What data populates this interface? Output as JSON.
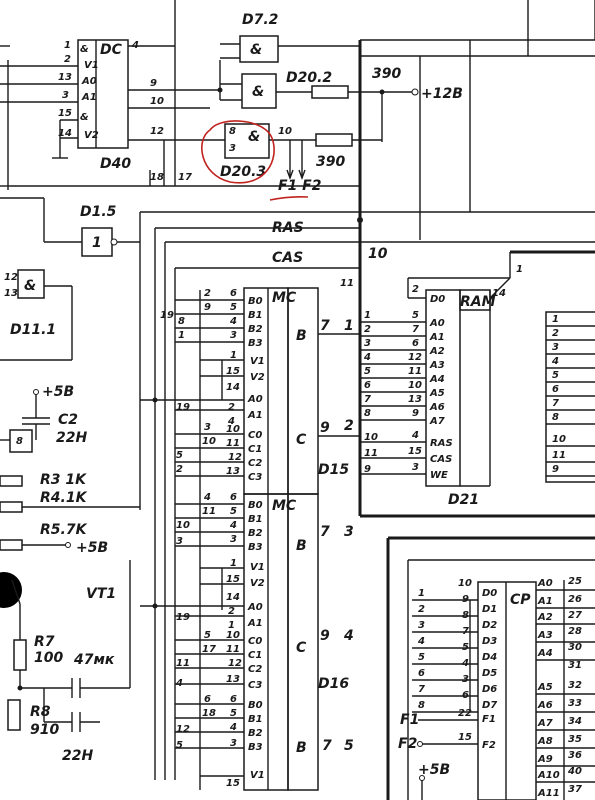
{
  "labels": {
    "d72": "D7.2",
    "d202": "D20.2",
    "d203": "D20.3",
    "d40": "D40",
    "d15chip": "D15",
    "d16chip": "D16",
    "d21": "D21",
    "d15gate": "D1.5",
    "d111": "D11.1",
    "cp": "CP",
    "r390a": "390",
    "r390b": "390",
    "plus12v": "+12B",
    "f1f2": "F1 F2",
    "ras": "RAS",
    "cas": "CAS",
    "dc": "DC",
    "ram": "RAM",
    "mc1": "MC",
    "mc2": "MC",
    "plus5v_a": "+5B",
    "plus5v_b": "+5B",
    "plus5v_c": "+5B",
    "c2": "C2",
    "c2v": "22H",
    "r3": "R3 1K",
    "r4": "R4.1K",
    "r5": "R5.7K",
    "vt1": "VT1",
    "r7": "R7",
    "r7v": "100",
    "r8": "R8",
    "r8v": "910",
    "c47": "47мк",
    "c22": "22H",
    "f1": "F1",
    "f2": "F2",
    "pin10": "10",
    "pin11": "11",
    "pin14": "14",
    "pin1": "1"
  },
  "dc_inputs": [
    "1",
    "2",
    "13",
    "3",
    "15",
    "14"
  ],
  "dc_names": [
    "&",
    "V1",
    "A0",
    "A1",
    "&",
    "V2"
  ],
  "dc_outputs": [
    "4",
    "9",
    "10",
    "12"
  ],
  "b_block": [
    "B0",
    "B1",
    "B2",
    "B3"
  ],
  "v_block": [
    "V1",
    "V2"
  ],
  "a_block": [
    "A0",
    "A1"
  ],
  "c_block": [
    "C0",
    "C1",
    "C2",
    "C3"
  ],
  "ram_addr": [
    "A0",
    "A1",
    "A2",
    "A3",
    "A4",
    "A5",
    "A6",
    "A7"
  ],
  "ram_ctrl": [
    "D0",
    "RAS",
    "CAS",
    "WE"
  ],
  "ram_pins": [
    "5",
    "7",
    "6",
    "12",
    "11",
    "10",
    "13",
    "9",
    "4",
    "15",
    "3"
  ],
  "cp_d": [
    "D0",
    "D1",
    "D2",
    "D3",
    "D4",
    "D5",
    "D6",
    "D7"
  ],
  "cp_a": [
    "A0",
    "A1",
    "A2",
    "A3",
    "A4",
    "A5",
    "A6",
    "A7",
    "A8",
    "A9",
    "A10",
    "A11"
  ],
  "cp_left_pins": [
    "1",
    "2",
    "3",
    "4",
    "5",
    "6",
    "7",
    "8"
  ],
  "cp_d_pins": [
    "10",
    "9",
    "8",
    "7",
    "5",
    "4",
    "3",
    "6"
  ],
  "cp_a_pins": [
    "25",
    "26",
    "27",
    "28",
    "30",
    "31",
    "32",
    "33",
    "34",
    "35",
    "36",
    "40",
    "37"
  ],
  "f_pins": [
    "22",
    "15"
  ]
}
